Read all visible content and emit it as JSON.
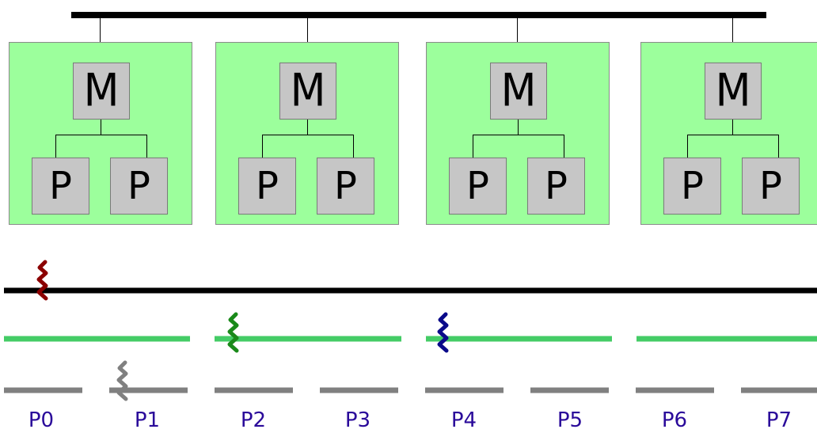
{
  "nodes": [
    {
      "memory": "M",
      "processors": [
        "P",
        "P"
      ]
    },
    {
      "memory": "M",
      "processors": [
        "P",
        "P"
      ]
    },
    {
      "memory": "M",
      "processors": [
        "P",
        "P"
      ]
    },
    {
      "memory": "M",
      "processors": [
        "P",
        "P"
      ]
    }
  ],
  "processor_labels": [
    "P0",
    "P1",
    "P2",
    "P3",
    "P4",
    "P5",
    "P6",
    "P7"
  ],
  "colors": {
    "node_fill": "#9cff9c",
    "box_fill": "#c6c6c6",
    "bus": "#000000",
    "level1_line": "#000000",
    "level2_line": "#44cc66",
    "level3_line": "#808080",
    "thread_level1": "#8b0000",
    "thread_level2": "#1a8a1a",
    "thread_level3": "#0a0a8a",
    "thread_level4": "#808080",
    "label_text": "#2a0a9a"
  }
}
